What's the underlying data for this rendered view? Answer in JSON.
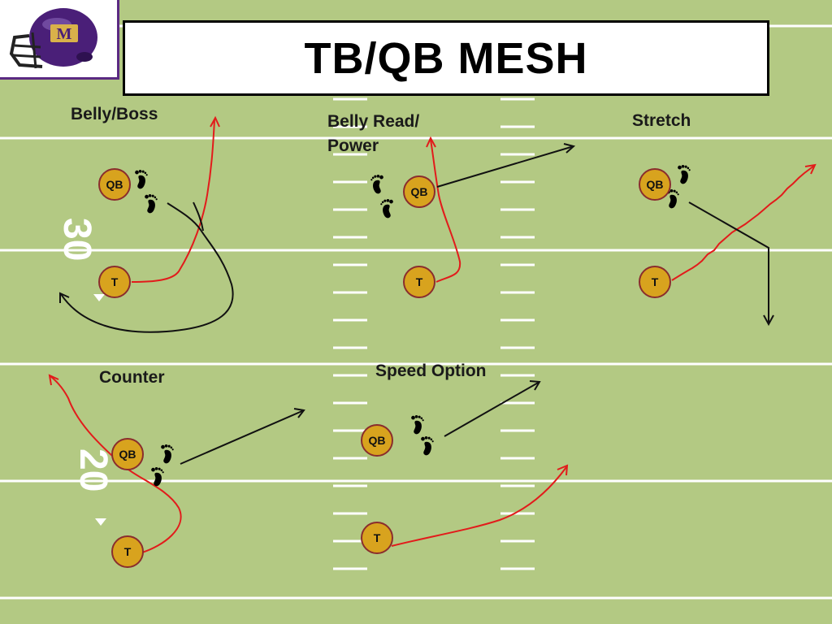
{
  "title": "TB/QB MESH",
  "logo": {
    "icon": "football-helmet-icon",
    "monogram": "M",
    "color": "#5a2a82"
  },
  "colors": {
    "field": "#b3c983",
    "field_line": "#ffffff",
    "player_fill": "#d8a31e",
    "player_border": "#8a2d2d",
    "route_red": "#e21b1b",
    "route_black": "#111111"
  },
  "yard_numbers": {
    "upper": "30",
    "lower": "20"
  },
  "plays": [
    {
      "label": "Belly/Boss"
    },
    {
      "label": "Belly Read/",
      "label_line2": "Power"
    },
    {
      "label": "Stretch"
    },
    {
      "label": "Counter"
    },
    {
      "label": "Speed Option"
    }
  ],
  "player_labels": {
    "qb": "QB",
    "tb": "T"
  }
}
